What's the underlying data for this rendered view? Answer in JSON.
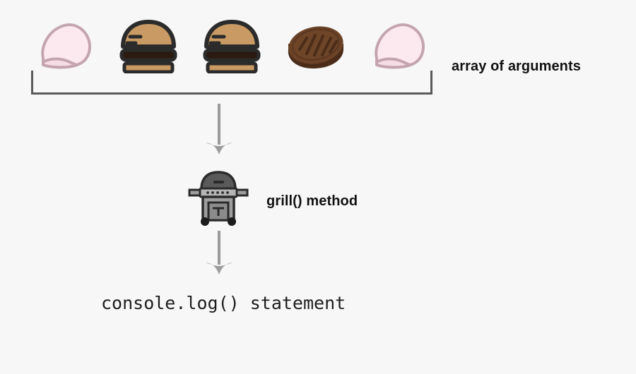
{
  "diagram": {
    "background_color": "#f7f7f7",
    "bracket_color": "#5a5a5a",
    "arrow_color": "#9b9b9b",
    "text_color": "#111111"
  },
  "array": {
    "label": "array of arguments",
    "items": [
      {
        "name": "pork-chop",
        "icon": "pork-chop-icon",
        "fill": "#fce4ec",
        "stroke": "#c9aab4"
      },
      {
        "name": "hamburger",
        "icon": "hamburger-icon",
        "bun": "#c99a63",
        "patty": "#2b1a10",
        "outline": "#2b2b2b"
      },
      {
        "name": "hamburger",
        "icon": "hamburger-icon",
        "bun": "#c99a63",
        "patty": "#2b1a10",
        "outline": "#2b2b2b"
      },
      {
        "name": "steak",
        "icon": "steak-icon",
        "fill": "#6b4226",
        "stroke": "#4a2c18"
      },
      {
        "name": "pork-chop",
        "icon": "pork-chop-icon",
        "fill": "#fce4ec",
        "stroke": "#c9aab4"
      }
    ]
  },
  "method": {
    "label": "grill() method",
    "icon": "bbq-grill-icon",
    "lid_color": "#5a5a5a",
    "body_color": "#9e9e9e",
    "outline_color": "#2b2b2b"
  },
  "output": {
    "label": "console.log() statement"
  },
  "arrows": {
    "first": "arrow-down-icon",
    "second": "arrow-down-icon"
  }
}
